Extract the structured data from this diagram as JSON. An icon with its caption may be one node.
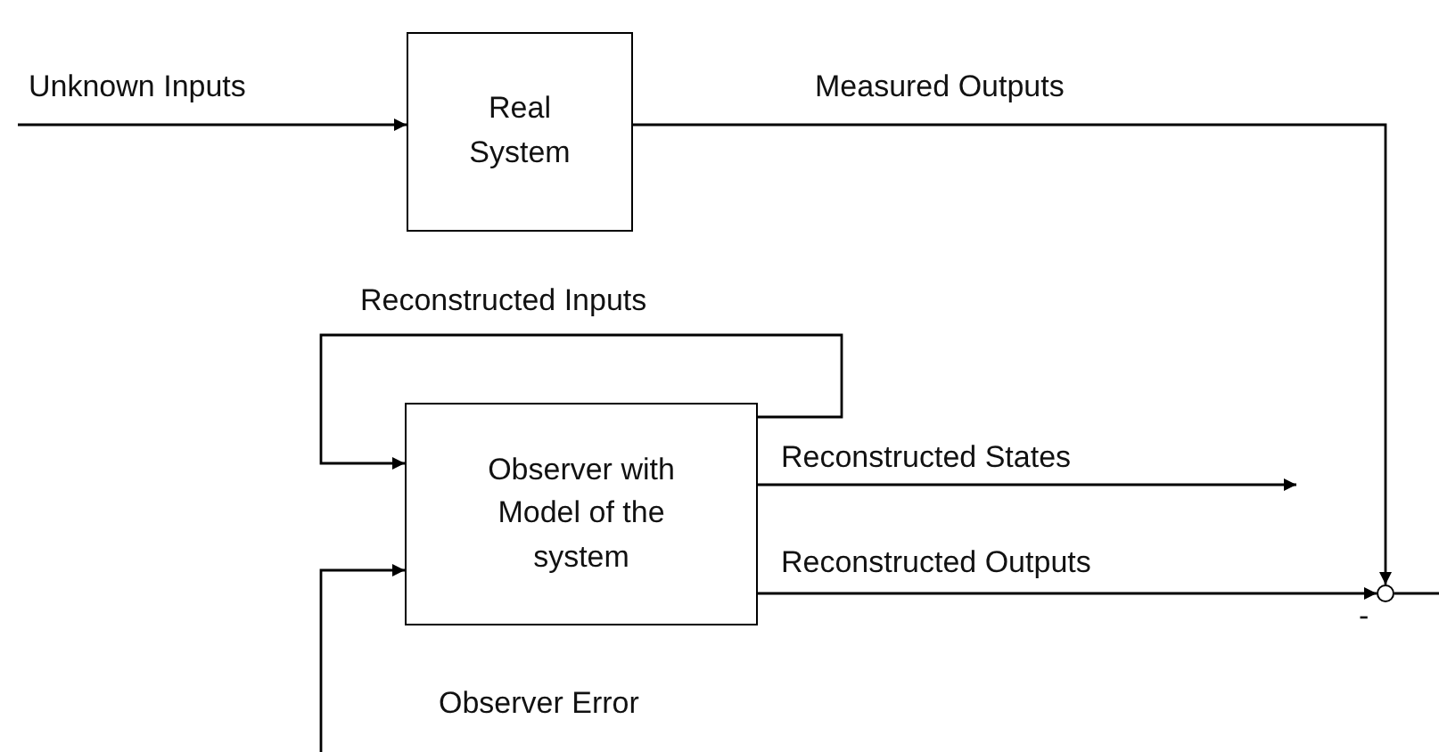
{
  "diagram": {
    "nodes": [
      {
        "text": [
          "Real System"
        ]
      },
      {
        "text": [
          "Observer with Model of the system"
        ]
      },
      {
        "text": [],
        "shape": "circle"
      }
    ],
    "edges": [
      {
        "from": null,
        "to": 0,
        "arrow": "to",
        "label": "Unknown Inputs"
      },
      {
        "from": 0,
        "to": 2,
        "arrow": "to",
        "label": "Measured Outputs"
      },
      {
        "from": 1,
        "to": 1,
        "arrow": "to",
        "label": "Reconstructed Inputs"
      },
      {
        "from": 1,
        "to": null,
        "arrow": "to",
        "label": "Reconstructed States"
      },
      {
        "from": 1,
        "to": 2,
        "arrow": "to",
        "label": "Reconstructed Outputs"
      },
      {
        "from": 2,
        "to": null,
        "arrow": "none"
      },
      {
        "from": null,
        "to": 1,
        "arrow": "to",
        "label": "Observer Error"
      }
    ],
    "labels": [
      "-"
    ]
  }
}
